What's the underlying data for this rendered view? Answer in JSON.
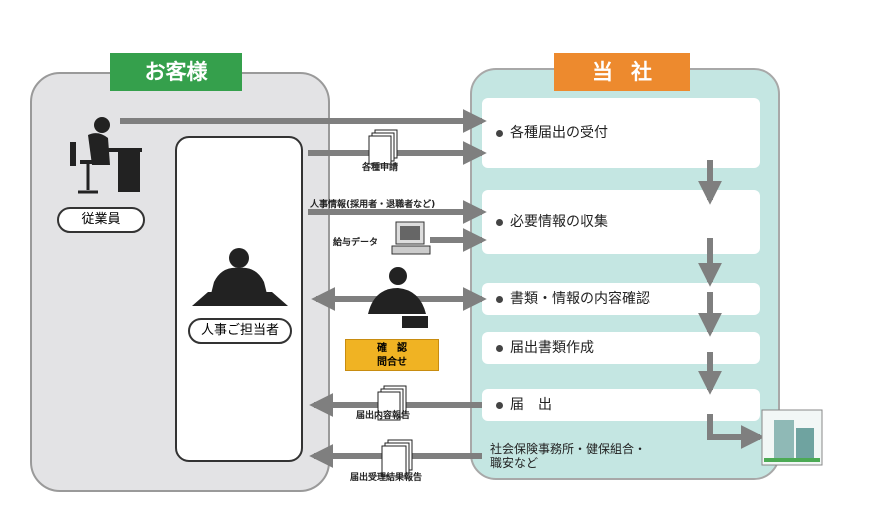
{
  "tags": {
    "customer": "お客様",
    "company": "当社"
  },
  "labels": {
    "employee": "従業員",
    "hr_person": "人事ご担当者",
    "applications": "各種申請",
    "hr_info": "人事情報(採用者・退職者など)",
    "payroll": "給与データ",
    "confirm_line1": "確　認",
    "confirm_line2": "問合せ",
    "report_content": "届出内容報告",
    "report_result": "届出受理結果報告"
  },
  "steps": [
    "各種届出の受付",
    "必要情報の収集",
    "書類・情報の内容確認",
    "届出書類作成",
    "届　出"
  ],
  "destination": {
    "line1": "社会保険事務所・健保組合・",
    "line2": "職安など"
  },
  "colors": {
    "green": "#35a04c",
    "orange": "#ed8a2e",
    "teal": "#c4e6e2",
    "arrow": "#7f7f7f"
  }
}
